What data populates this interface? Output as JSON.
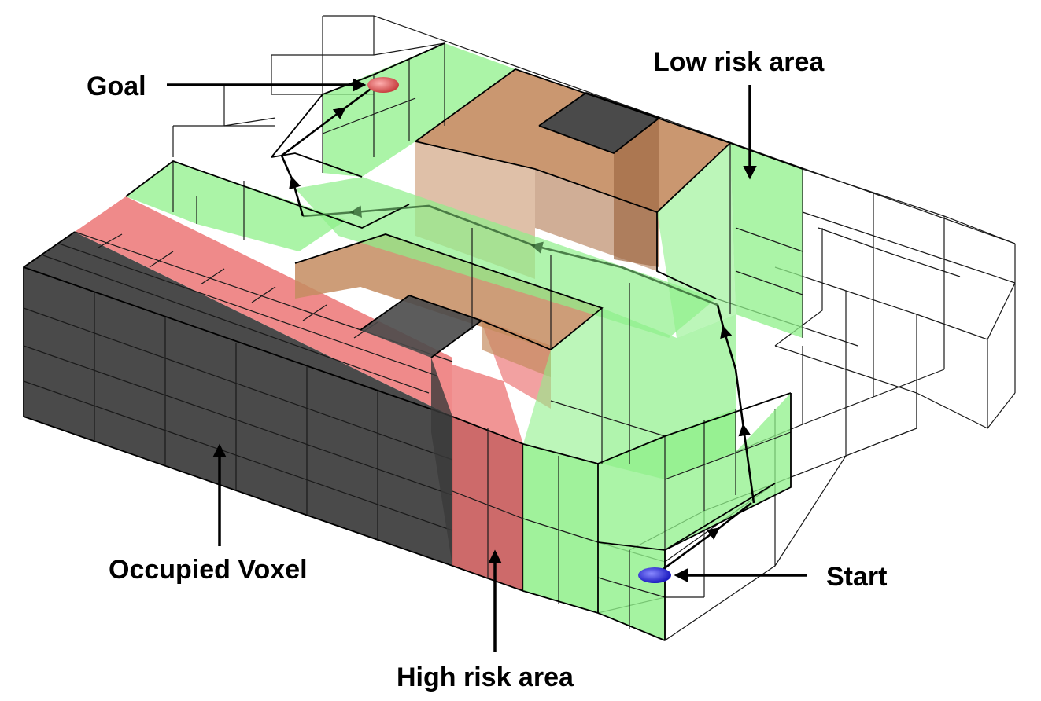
{
  "labels": {
    "goal": "Goal",
    "low_risk": "Low risk area",
    "occupied": "Occupied Voxel",
    "high_risk": "High risk area",
    "start": "Start"
  },
  "colors": {
    "occupied": "#4a4a4a",
    "high_risk": "#ef8a8a",
    "low_risk": "#8ff08a",
    "brown": "#c48c60",
    "start_marker": "#2a2ad0",
    "goal_marker": "#e06060"
  }
}
